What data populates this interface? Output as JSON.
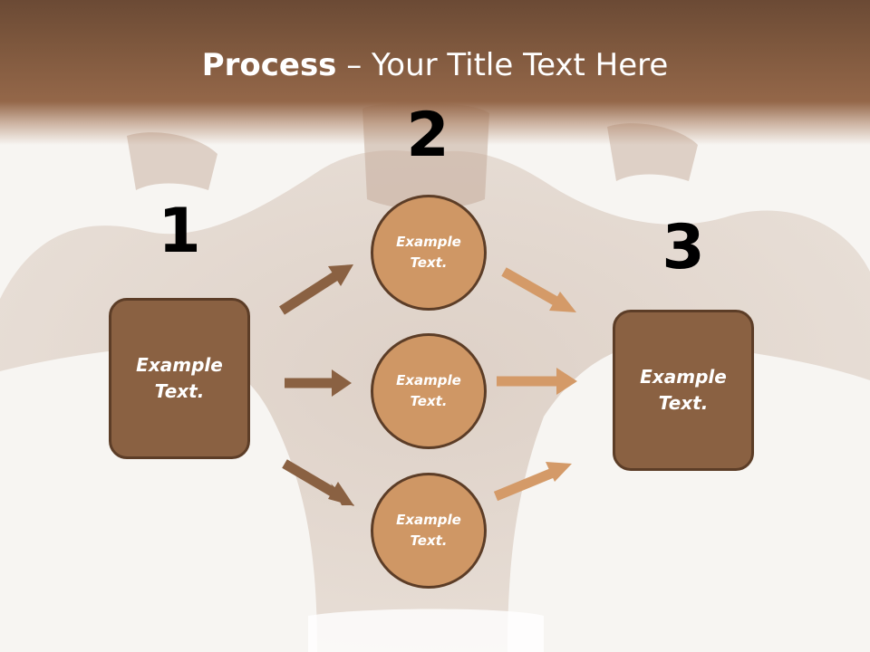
{
  "slide": {
    "title_bold": "Process",
    "title_rest": " – Your Title Text Here",
    "steps": [
      {
        "number": "1",
        "label": "Example Text."
      },
      {
        "number": "2",
        "items": [
          "Example Text.",
          "Example Text.",
          "Example Text."
        ]
      },
      {
        "number": "3",
        "label": "Example Text."
      }
    ]
  },
  "colors": {
    "title_band": "#7d573d",
    "box_fill": "#8a6142",
    "box_border": "#5c3d27",
    "circle_fill": "#cf9765",
    "arrow_dark": "#8a6142",
    "arrow_light": "#d49a68"
  }
}
